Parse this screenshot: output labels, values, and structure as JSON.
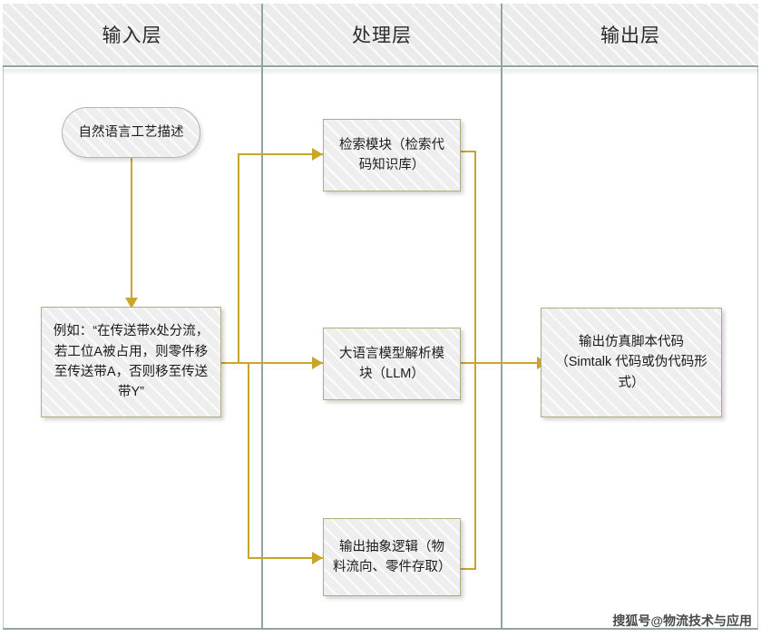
{
  "diagram": {
    "type": "swimlane-flowchart",
    "lanes": [
      {
        "id": "input",
        "title": "输入层"
      },
      {
        "id": "process",
        "title": "处理层"
      },
      {
        "id": "output",
        "title": "输出层"
      }
    ],
    "nodes": [
      {
        "id": "start",
        "lane": "input",
        "shape": "rounded-pill",
        "label": "自然语言工艺描述"
      },
      {
        "id": "example",
        "lane": "input",
        "shape": "rectangle",
        "label": "例如：“在传送带x处分流，若工位A被占用，则零件移至传送带A，否则移至传送带Y”"
      },
      {
        "id": "retrieval",
        "lane": "process",
        "shape": "rectangle",
        "label": "检索模块（检索代码知识库）"
      },
      {
        "id": "llm",
        "lane": "process",
        "shape": "rectangle",
        "label": "大语言模型解析模块（LLM）"
      },
      {
        "id": "abstract-logic",
        "lane": "process",
        "shape": "rectangle",
        "label": "输出抽象逻辑（物料流向、零件存取）"
      },
      {
        "id": "sim-code",
        "lane": "output",
        "shape": "rectangle",
        "label": "输出仿真脚本代码（Simtalk 代码或伪代码形式）"
      }
    ],
    "edges": [
      {
        "from": "start",
        "to": "example",
        "style": "straight-down"
      },
      {
        "from": "example",
        "to": "retrieval",
        "style": "orthogonal-up-right"
      },
      {
        "from": "example",
        "to": "llm",
        "style": "straight-right"
      },
      {
        "from": "example",
        "to": "abstract-logic",
        "style": "orthogonal-down-right"
      },
      {
        "from": "retrieval",
        "to": "sim-code",
        "style": "orthogonal-down-right"
      },
      {
        "from": "llm",
        "to": "sim-code",
        "style": "straight-right"
      },
      {
        "from": "abstract-logic",
        "to": "sim-code",
        "style": "orthogonal-up-right"
      }
    ],
    "colors": {
      "connector": "#c9a62b",
      "lane_border": "#8ea7a2",
      "node_fill": "#eeeeee",
      "node_border": "#b6a882",
      "pill_border": "#a9b9b4",
      "header_fill": "#ebebeb",
      "text": "#1c1c1c"
    }
  },
  "watermark": {
    "text": "搜狐号@物流技术与应用"
  }
}
